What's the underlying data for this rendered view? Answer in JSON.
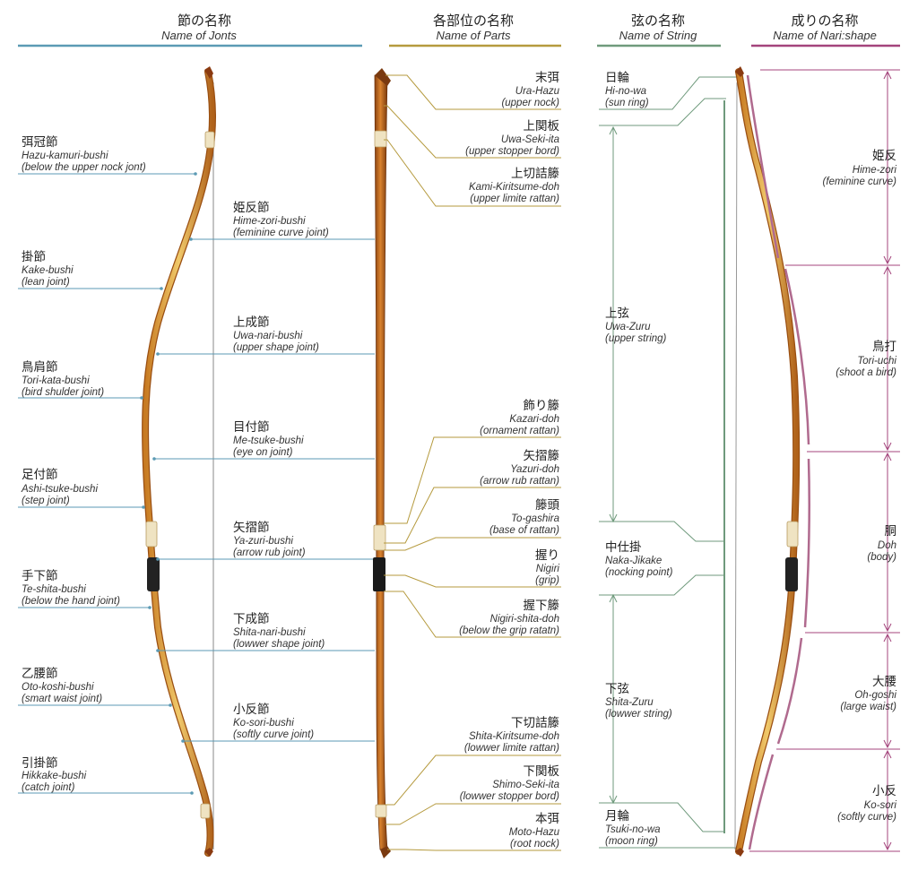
{
  "headers": {
    "joints": {
      "jp": "節の名称",
      "en": "Name of Jonts",
      "color": "#5b9ab4"
    },
    "parts": {
      "jp": "各部位の名称",
      "en": "Name of Parts",
      "color": "#b59a3e"
    },
    "string": {
      "jp": "弦の名称",
      "en": "Name of String",
      "color": "#6f9a7c"
    },
    "nari": {
      "jp": "成りの名称",
      "en": "Name of Nari:shape",
      "color": "#a4447c"
    }
  },
  "joints": [
    {
      "jp": "弭冠節",
      "romaji": "Hazu-kamuri-bushi",
      "en": "(below the upper nock jont)"
    },
    {
      "jp": "姫反節",
      "romaji": "Hime-zori-bushi",
      "en": "(feminine curve joint)"
    },
    {
      "jp": "掛節",
      "romaji": "Kake-bushi",
      "en": "(lean joint)"
    },
    {
      "jp": "上成節",
      "romaji": "Uwa-nari-bushi",
      "en": "(upper shape joint)"
    },
    {
      "jp": "鳥肩節",
      "romaji": "Tori-kata-bushi",
      "en": "(bird shulder joint)"
    },
    {
      "jp": "目付節",
      "romaji": "Me-tsuke-bushi",
      "en": "(eye on joint)"
    },
    {
      "jp": "足付節",
      "romaji": "Ashi-tsuke-bushi",
      "en": "(step joint)"
    },
    {
      "jp": "矢摺節",
      "romaji": "Ya-zuri-bushi",
      "en": "(arrow rub joint)"
    },
    {
      "jp": "手下節",
      "romaji": "Te-shita-bushi",
      "en": "(below the hand joint)"
    },
    {
      "jp": "下成節",
      "romaji": "Shita-nari-bushi",
      "en": "(lowwer shape joint)"
    },
    {
      "jp": "乙腰節",
      "romaji": "Oto-koshi-bushi",
      "en": "(smart waist joint)"
    },
    {
      "jp": "小反節",
      "romaji": "Ko-sori-bushi",
      "en": "(softly curve joint)"
    },
    {
      "jp": "引掛節",
      "romaji": "Hikkake-bushi",
      "en": "(catch joint)"
    }
  ],
  "parts": [
    {
      "jp": "末弭",
      "romaji": "Ura-Hazu",
      "en": "(upper nock)"
    },
    {
      "jp": "上関板",
      "romaji": "Uwa-Seki-ita",
      "en": "(upper stopper bord)"
    },
    {
      "jp": "上切詰籐",
      "romaji": "Kami-Kiritsume-doh",
      "en": "(upper limite rattan)"
    },
    {
      "jp": "飾り籐",
      "romaji": "Kazari-doh",
      "en": "(ornament rattan)"
    },
    {
      "jp": "矢摺籐",
      "romaji": "Yazuri-doh",
      "en": "(arrow rub rattan)"
    },
    {
      "jp": "籐頭",
      "romaji": "To-gashira",
      "en": "(base of rattan)"
    },
    {
      "jp": "握り",
      "romaji": "Nigiri",
      "en": "(grip)"
    },
    {
      "jp": "握下籐",
      "romaji": "Nigiri-shita-doh",
      "en": "(below the grip ratatn)"
    },
    {
      "jp": "下切詰籐",
      "romaji": "Shita-Kiritsume-doh",
      "en": "(lowwer limite rattan)"
    },
    {
      "jp": "下関板",
      "romaji": "Shimo-Seki-ita",
      "en": "(lowwer stopper bord)"
    },
    {
      "jp": "本弭",
      "romaji": "Moto-Hazu",
      "en": "(root nock)"
    }
  ],
  "string": [
    {
      "jp": "日輪",
      "romaji": "Hi-no-wa",
      "en": "(sun ring)"
    },
    {
      "jp": "上弦",
      "romaji": "Uwa-Zuru",
      "en": "(upper string)"
    },
    {
      "jp": "中仕掛",
      "romaji": "Naka-Jikake",
      "en": "(nocking point)"
    },
    {
      "jp": "下弦",
      "romaji": "Shita-Zuru",
      "en": "(lowwer string)"
    },
    {
      "jp": "月輪",
      "romaji": "Tsuki-no-wa",
      "en": "(moon ring)"
    }
  ],
  "nari": [
    {
      "jp": "姫反",
      "romaji": "Hime-zori",
      "en": "(feminine curve)"
    },
    {
      "jp": "鳥打",
      "romaji": "Tori-uchi",
      "en": "(shoot a bird)"
    },
    {
      "jp": "胴",
      "romaji": "Doh",
      "en": "(body)"
    },
    {
      "jp": "大腰",
      "romaji": "Oh-goshi",
      "en": "(large waist)"
    },
    {
      "jp": "小反",
      "romaji": "Ko-sori",
      "en": "(softly curve)"
    }
  ],
  "colors": {
    "joint_leader": "#5b9ab4",
    "parts_leader": "#b59a3e",
    "string_leader": "#6f9a7c",
    "nari_leader": "#a4447c",
    "bamboo_light": "#e3b45a",
    "bamboo_dark": "#b5651d",
    "grip": "#222222",
    "rattan": "#efe3c2"
  }
}
